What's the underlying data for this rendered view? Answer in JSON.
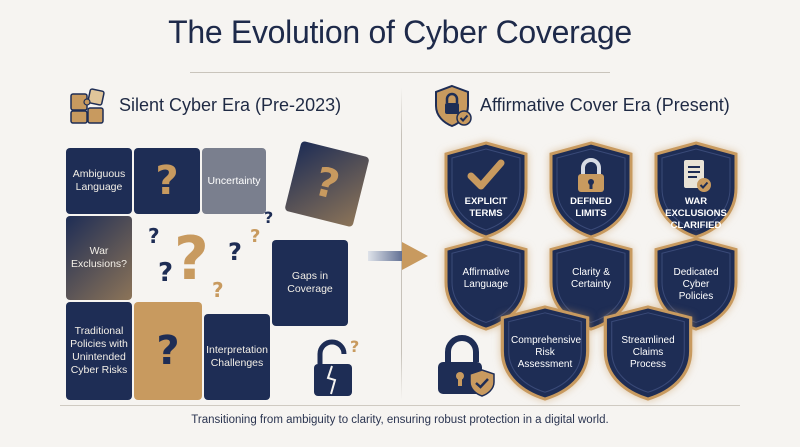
{
  "title": "The Evolution of Cyber Coverage",
  "left": {
    "title": "Silent Cyber Era (Pre-2023)",
    "icon": "puzzle-icon",
    "pieces": {
      "ambiguous": "Ambiguous Language",
      "uncertainty": "Uncertainty",
      "war": "War Exclusions?",
      "gaps": "Gaps in Coverage",
      "traditional": "Traditional Policies with Unintended Cyber Risks",
      "interpretation": "Interpretation Challenges"
    },
    "question_mark": "?"
  },
  "right": {
    "title": "Affirmative Cover Era (Present)",
    "icon": "shield-lock-icon",
    "shields": [
      {
        "label": "EXPLICIT TERMS",
        "icon": "checkmark-icon"
      },
      {
        "label": "DEFINED LIMITS",
        "icon": "padlock-icon"
      },
      {
        "label": "WAR EXCLUSIONS CLARIFIED",
        "icon": "document-check-icon"
      },
      {
        "label": "Affirmative Language"
      },
      {
        "label": "Clarity & Certainty"
      },
      {
        "label": "Dedicated Cyber Policies"
      },
      {
        "label": "Comprehensive Risk Assessment"
      },
      {
        "label": "Streamlined Claims Process"
      }
    ]
  },
  "caption": "Transitioning from ambiguity to clarity, ensuring robust protection in a digital world.",
  "colors": {
    "navy": "#1e2d55",
    "gold": "#c89a5f",
    "background": "#f6f4f1"
  }
}
